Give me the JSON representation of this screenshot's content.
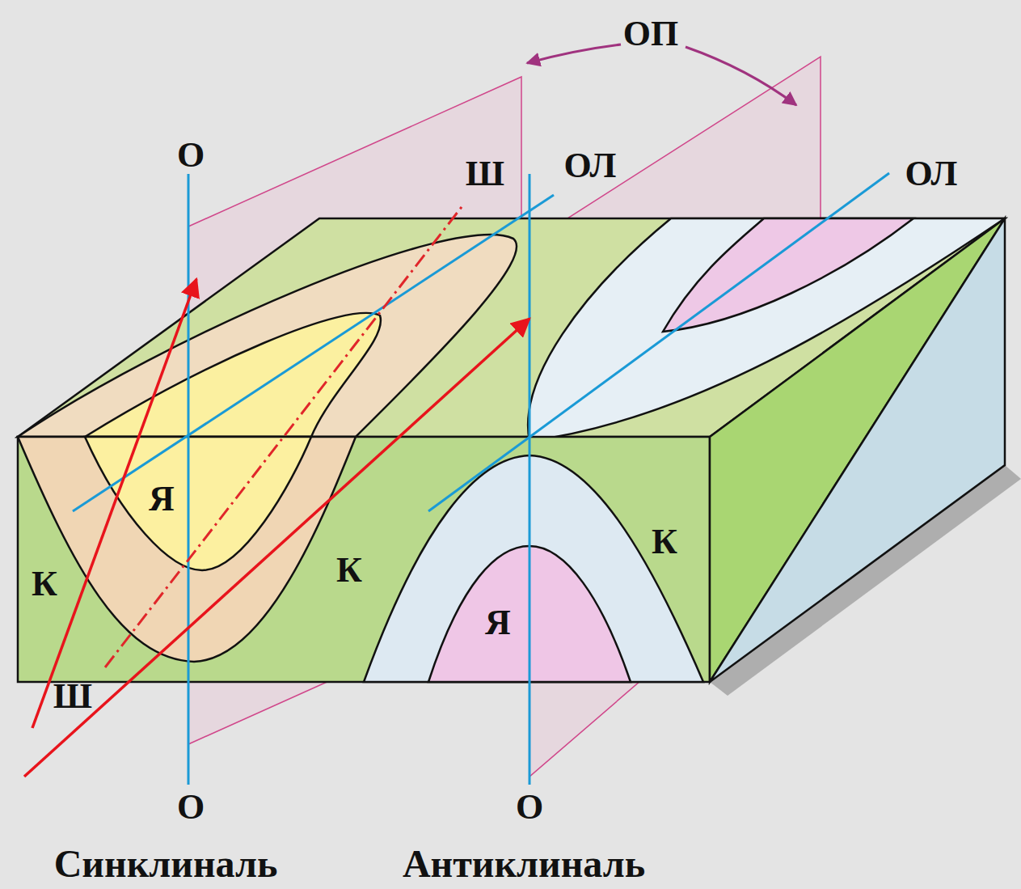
{
  "diagram": {
    "labels": [
      "ОП",
      "О",
      "Ш",
      "ОЛ",
      "ОЛ",
      "Я",
      "К",
      "К",
      "К",
      "Я",
      "Ш",
      "О",
      "О",
      "Синклиналь",
      "Антиклиналь"
    ]
  }
}
